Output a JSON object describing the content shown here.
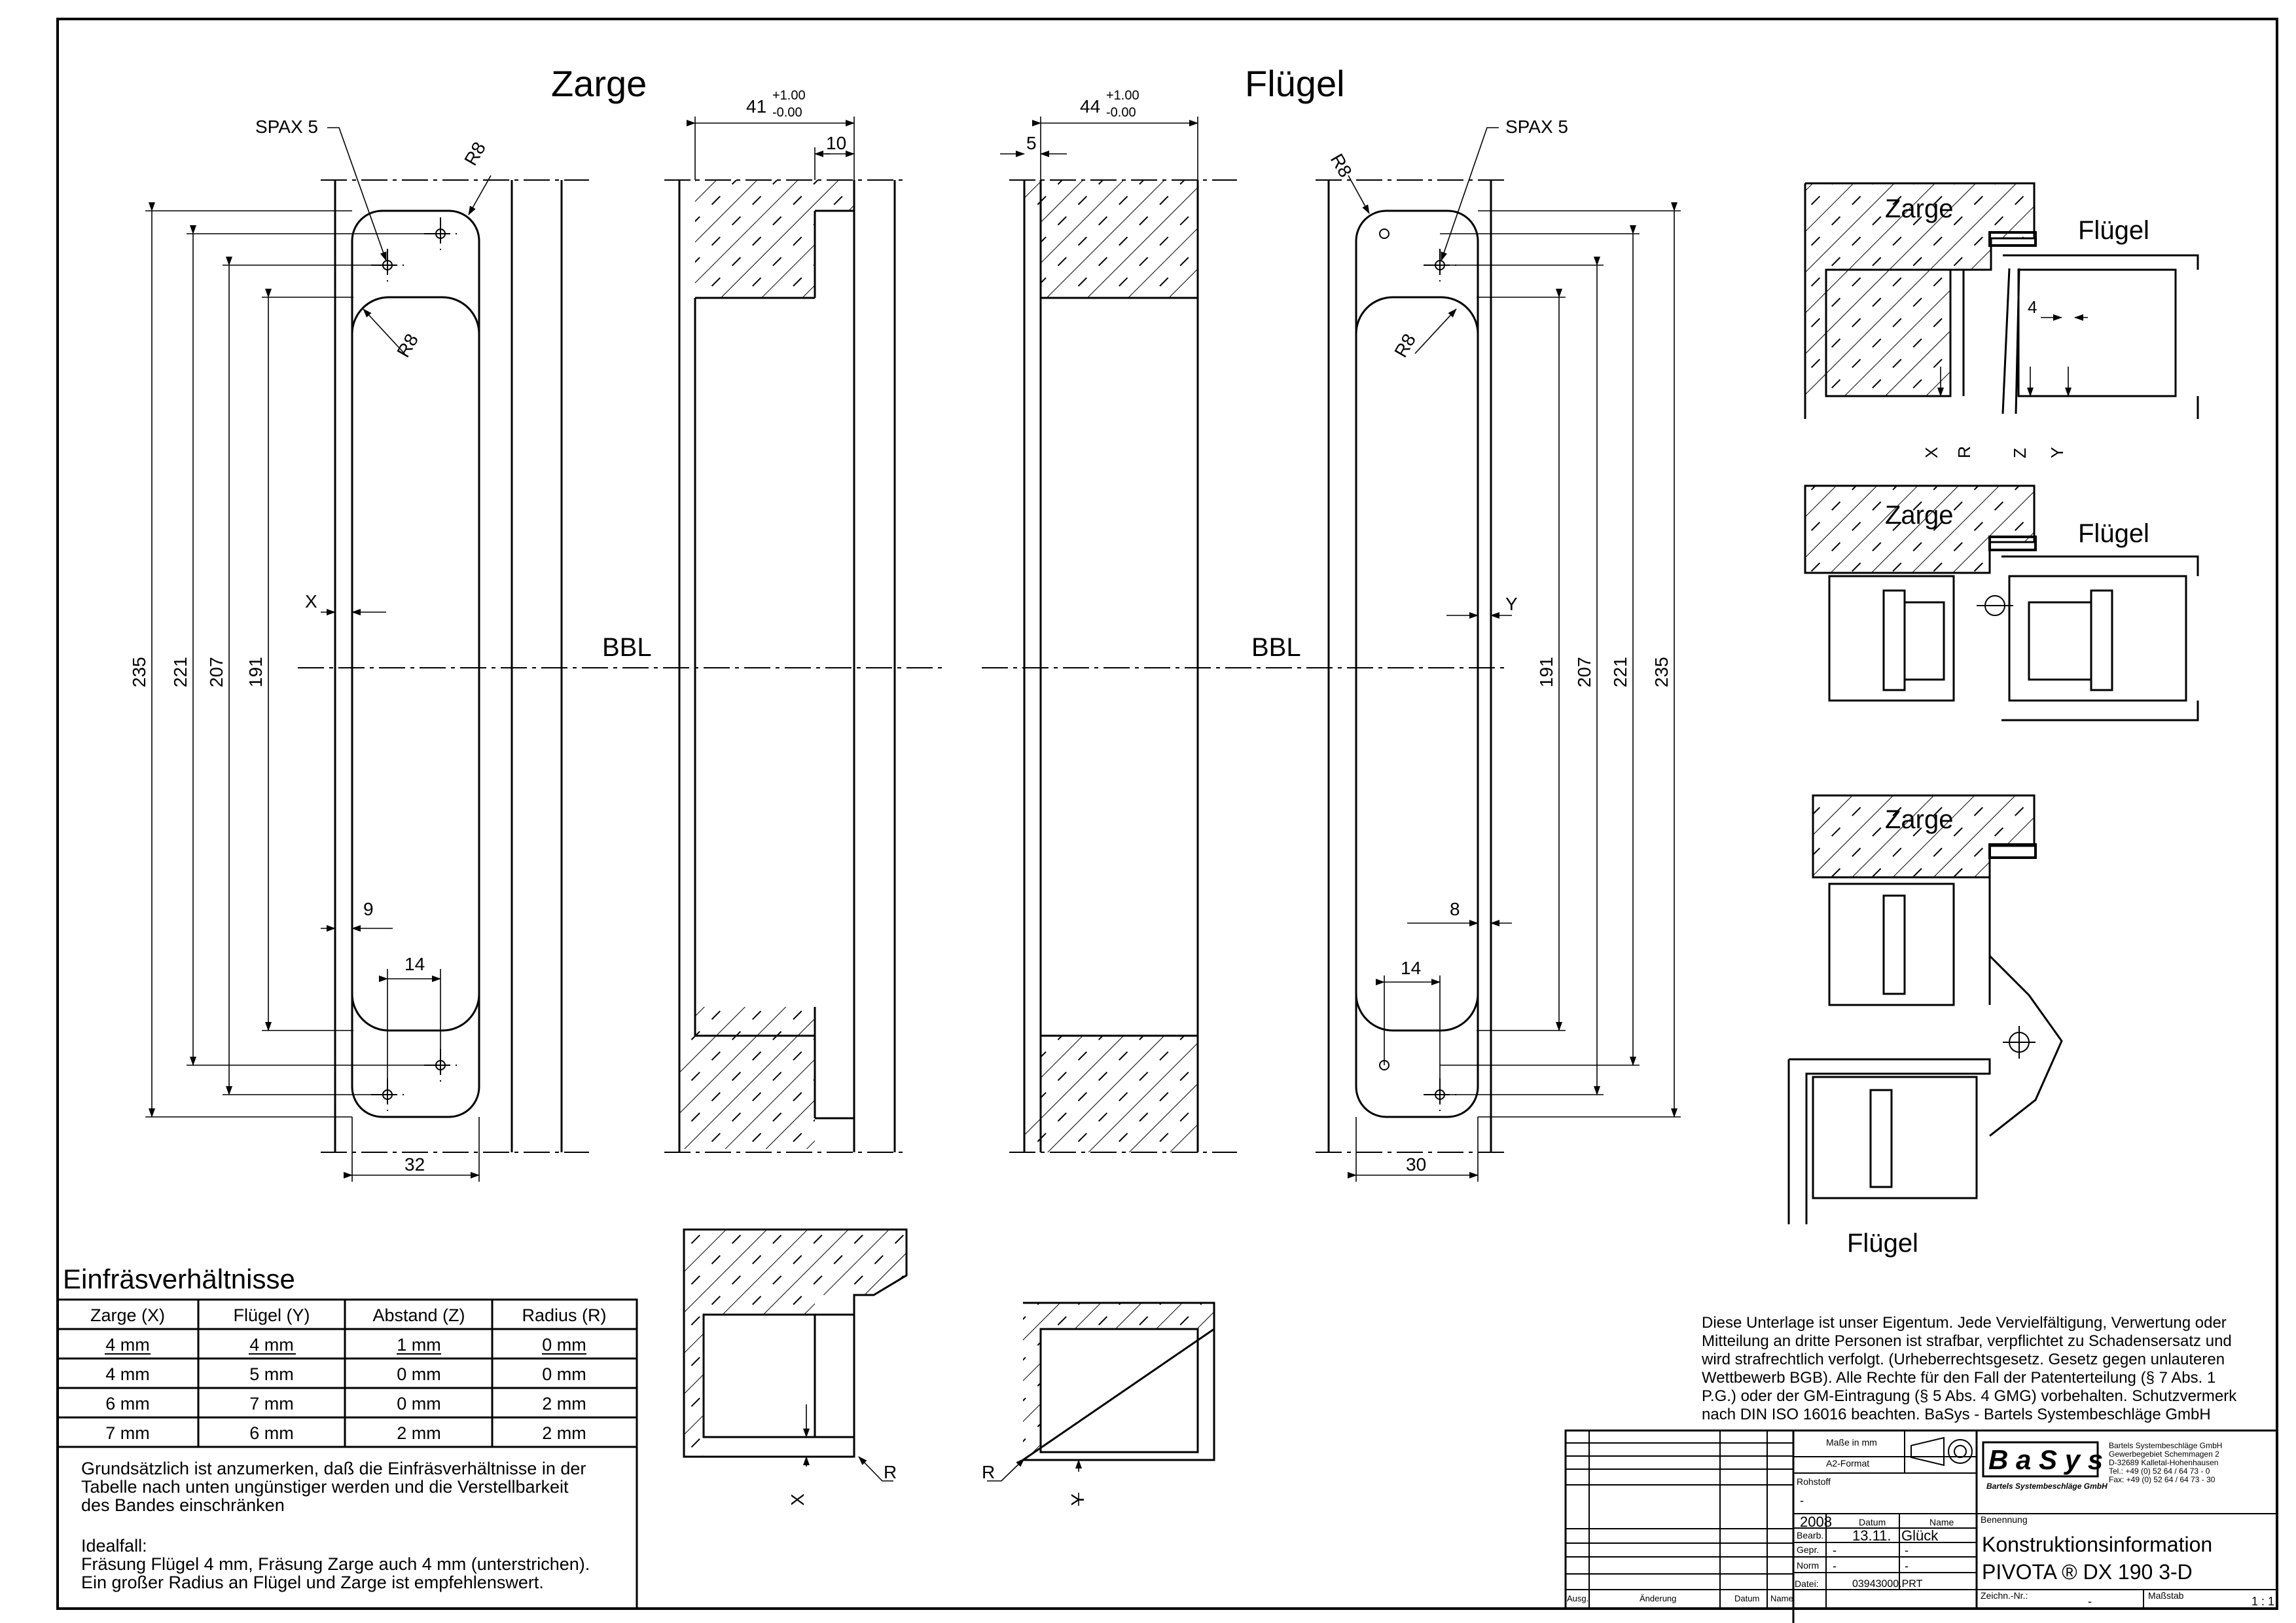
{
  "views": {
    "frame_title": "Zarge",
    "leaf_title": "Flügel",
    "screw_label": "SPAX 5",
    "radius_label": "R8",
    "bbl_label": "BBL",
    "dim_235": "235",
    "dim_221": "221",
    "dim_207": "207",
    "dim_191": "191",
    "dim_32": "32",
    "dim_30": "30",
    "dim_9": "9",
    "dim_8": "8",
    "dim_14": "14",
    "dim_10": "10",
    "dim_5": "5",
    "dim_41": "41",
    "dim_44": "44",
    "tol_plus": "+1.00",
    "tol_minus": "-0.00",
    "x_label": "X",
    "y_label": "Y",
    "z_label": "Z",
    "r_label": "R",
    "dim_4": "4"
  },
  "table": {
    "title": "Einfräsverhältnisse",
    "headers": [
      "Zarge (X)",
      "Flügel (Y)",
      "Abstand (Z)",
      "Radius (R)"
    ],
    "rows": [
      [
        "4 mm",
        "4 mm",
        "1 mm",
        "0 mm"
      ],
      [
        "4 mm",
        "5 mm",
        "0 mm",
        "0 mm"
      ],
      [
        "6 mm",
        "7 mm",
        "0 mm",
        "2 mm"
      ],
      [
        "7 mm",
        "6 mm",
        "2 mm",
        "2 mm"
      ]
    ],
    "note_lines": [
      "Grundsätzlich ist anzumerken, daß die Einfräsverhältnisse in der",
      "Tabelle nach unten ungünstiger werden und die Verstellbarkeit",
      "des Bandes einschränken"
    ],
    "ideal_lines": [
      "Idealfall:",
      "Fräsung Flügel 4 mm, Fräsung Zarge auch 4 mm (unterstrichen).",
      "Ein großer Radius an Flügel und Zarge ist empfehlenswert."
    ]
  },
  "notice_lines": [
    "Diese Unterlage ist unser Eigentum. Jede Vervielfältigung, Verwertung oder",
    "Mitteilung an dritte Personen ist strafbar, verpflichtet zu Schadensersatz und",
    "wird strafrechtlich verfolgt. (Urheberrechtsgesetz. Gesetz gegen unlauteren",
    "Wettbewerb BGB). Alle Rechte für den Fall der Patenterteilung (§ 7 Abs. 1",
    "P.G.) oder der GM-Eintragung (§ 5 Abs. 4 GMG) vorbehalten. Schutzvermerk",
    "nach DIN ISO 16016 beachten. BaSys - Bartels Systembeschläge GmbH"
  ],
  "title_block": {
    "masse": "Maße in mm",
    "format": "A2-Format",
    "rohstoff": "Rohstoff",
    "dash": "-",
    "year": "2008",
    "datum": "Datum",
    "name": "Name",
    "bearb": "Bearb.",
    "bearb_date": "13.11.",
    "bearb_name": "Glück",
    "gepr": "Gepr.",
    "norm": "Norm",
    "datei_label": "Datei:",
    "datei": "03943000.PRT",
    "benennung": "Benennung",
    "title1": "Konstruktionsinformation",
    "title2": "PIVOTA ® DX 190 3-D",
    "zeichn_nr": "Zeichn.-Nr.:",
    "massstab_label": "Maßstab",
    "massstab": "1 : 1",
    "ausg": "Ausg.",
    "aenderung": "Änderung",
    "rev_datum": "Datum",
    "rev_name": "Name",
    "logo": "B a S y s",
    "logo_sub": "Bartels Systembeschläge GmbH",
    "company_lines": [
      "Bartels Systembeschläge GmbH",
      "Gewerbegebiet Schemmagen 2",
      "D-32689 Kalletal-Hohenhausen",
      "Tel.:   +49 (0) 52 64 / 64 73 - 0",
      "Fax:   +49 (0) 52 64 / 64 73 - 30"
    ]
  }
}
